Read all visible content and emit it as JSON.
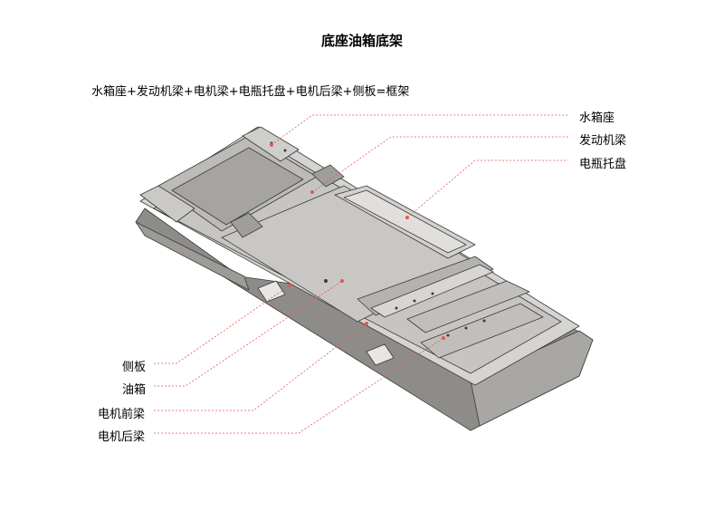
{
  "title": "底座油箱底架",
  "formula": "水箱座+发动机梁+电机梁+电瓶托盘+电机后梁+侧板=框架",
  "callouts": {
    "right": [
      "水箱座",
      "发动机梁",
      "电瓶托盘"
    ],
    "left": [
      "侧板",
      "油箱",
      "电机前梁",
      "电机后梁"
    ]
  },
  "colors": {
    "leader_line": "#e05a5a",
    "metal_light": "#d6d4d2",
    "metal_mid": "#b9b7b4",
    "metal_dark": "#8e8c89",
    "edge": "#3a3a3a"
  }
}
